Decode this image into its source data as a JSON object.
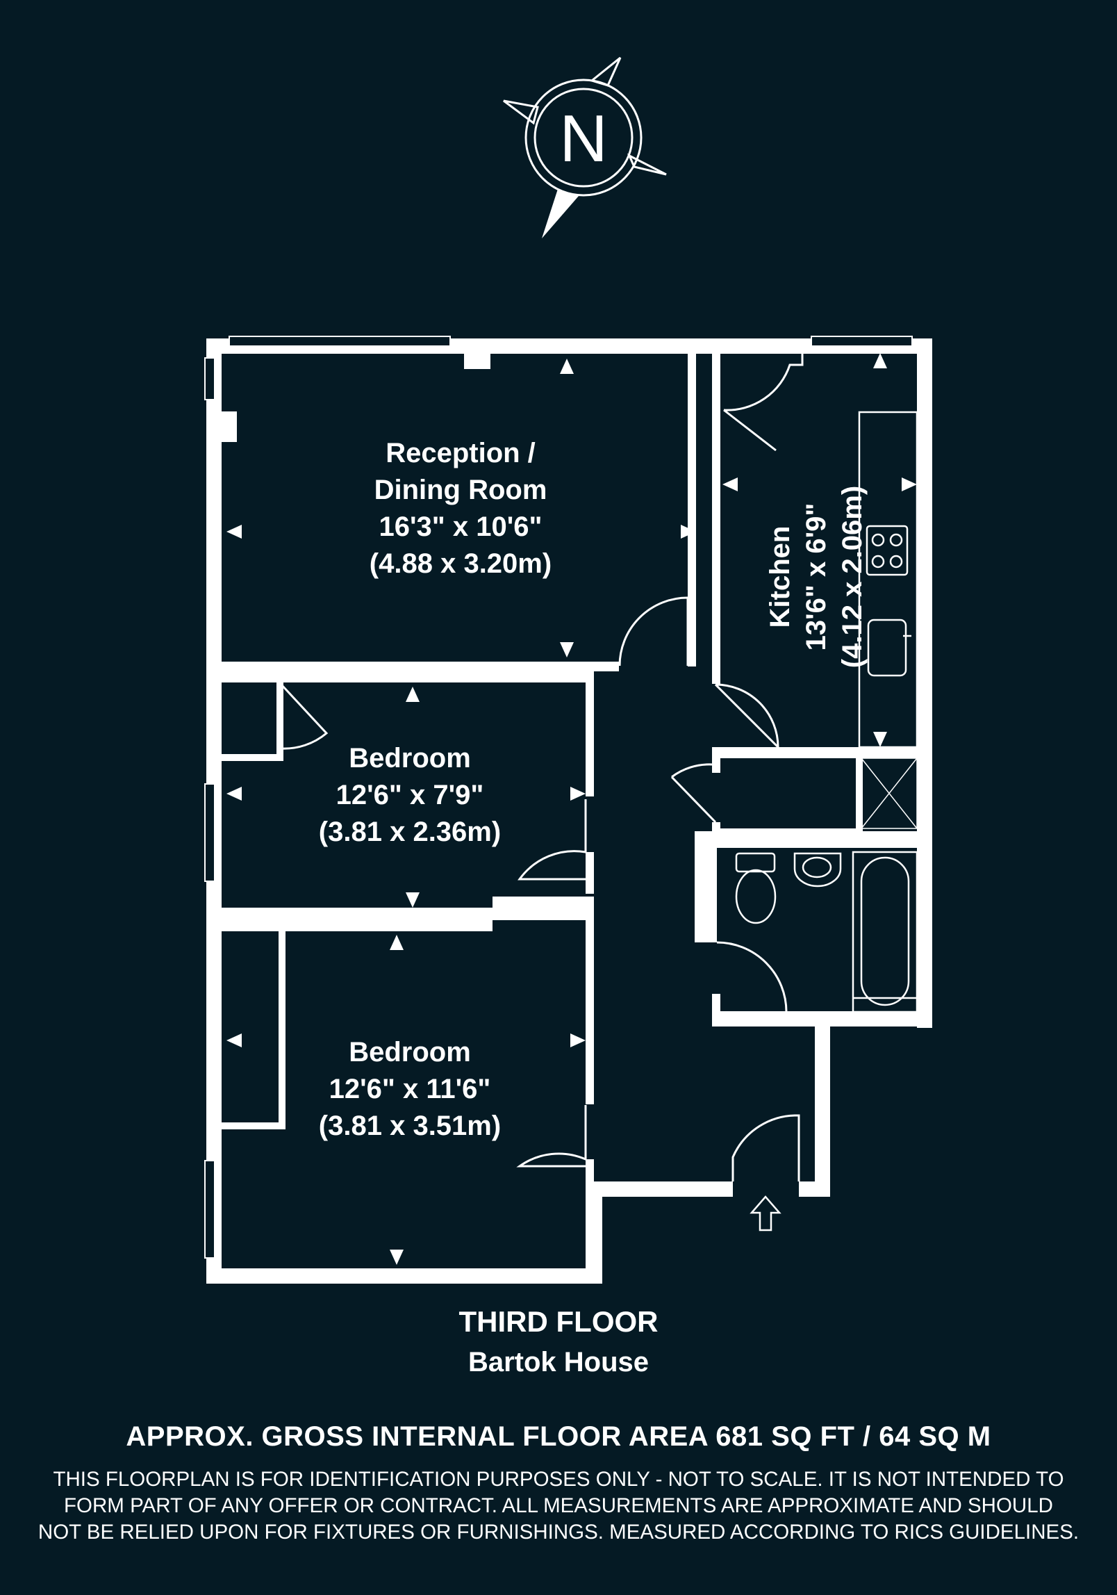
{
  "compass": {
    "letter": "N",
    "icon": "compass-icon"
  },
  "rooms": {
    "reception": {
      "name_line1": "Reception /",
      "name_line2": "Dining Room",
      "size_imperial": "16'3\" x 10'6\"",
      "size_metric": "(4.88 x 3.20m)"
    },
    "kitchen": {
      "name": "Kitchen",
      "size_imperial": "13'6\" x 6'9\"",
      "size_metric": "(4.12 x 2.06m)"
    },
    "bedroom1": {
      "name": "Bedroom",
      "size_imperial": "12'6\" x 7'9\"",
      "size_metric": "(3.81 x 2.36m)"
    },
    "bedroom2": {
      "name": "Bedroom",
      "size_imperial": "12'6\" x 11'6\"",
      "size_metric": "(3.81 x 3.51m)"
    }
  },
  "footer": {
    "floor": "THIRD FLOOR",
    "building": "Bartok House",
    "area": "APPROX. GROSS INTERNAL FLOOR AREA 681 SQ FT / 64 SQ M",
    "disclaimer_line1": "THIS FLOORPLAN IS FOR IDENTIFICATION PURPOSES ONLY - NOT TO SCALE. IT IS NOT INTENDED TO",
    "disclaimer_line2": "FORM PART OF ANY OFFER OR CONTRACT. ALL MEASUREMENTS ARE APPROXIMATE AND SHOULD",
    "disclaimer_line3": "NOT BE RELIED UPON FOR FIXTURES OR FURNISHINGS. MEASURED ACCORDING TO RICS GUIDELINES."
  },
  "colors": {
    "background": "#051a24",
    "ink": "#ffffff"
  }
}
